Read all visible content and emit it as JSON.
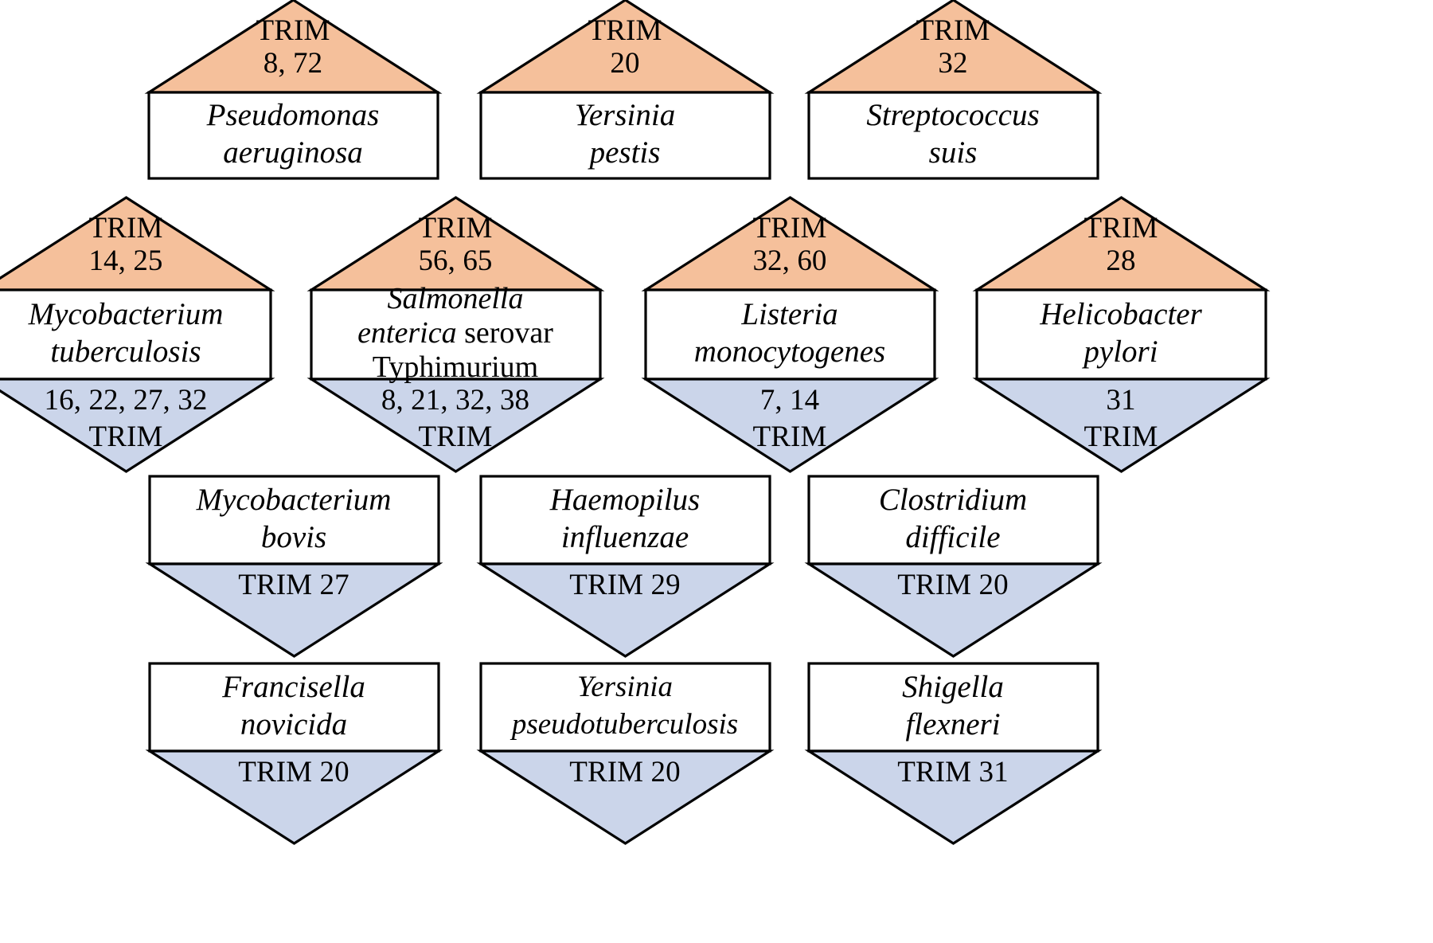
{
  "figure": {
    "type": "diagram",
    "description": "Bacterial pathogens and associated TRIM proteins",
    "colors": {
      "restrict_fill": "#f5c09b",
      "promote_fill": "#cbd5ea",
      "box_fill": "#ffffff",
      "stroke": "#000000",
      "text": "#000000"
    },
    "legend_semantics": {
      "top_triangle": "TRIM numbers shown in the upward orange triangle",
      "bottom_triangle": "TRIM numbers shown in the downward blue triangle"
    }
  },
  "rows": [
    {
      "row_id": "row-1",
      "shape": "top-triangle-only",
      "nodes": [
        {
          "id": "pseudomonas-aeruginosa",
          "top_label": {
            "line1": "TRIM",
            "line2": "8, 72"
          },
          "name": {
            "line1": "Pseudomonas",
            "line2": "aeruginosa"
          },
          "bottom_label": null
        },
        {
          "id": "yersinia-pestis",
          "top_label": {
            "line1": "TRIM",
            "line2": "20"
          },
          "name": {
            "line1": "Yersinia",
            "line2": "pestis"
          },
          "bottom_label": null
        },
        {
          "id": "streptococcus-suis",
          "top_label": {
            "line1": "TRIM",
            "line2": "32"
          },
          "name": {
            "line1": "Streptococcus",
            "line2": "suis"
          },
          "bottom_label": null
        }
      ]
    },
    {
      "row_id": "row-2",
      "shape": "hexagon",
      "nodes": [
        {
          "id": "mycobacterium-tuberculosis",
          "top_label": {
            "line1": "TRIM",
            "line2": "14, 25"
          },
          "name": {
            "line1": "Mycobacterium",
            "line2": "tuberculosis"
          },
          "bottom_label": {
            "line1": "16, 22, 27, 32",
            "line2": "TRIM"
          }
        },
        {
          "id": "salmonella-enterica-typhimurium",
          "top_label": {
            "line1": "TRIM",
            "line2": "56, 65"
          },
          "name": {
            "line1": "Salmonella",
            "line2": "enterica serovar",
            "line3": "Typhimurium",
            "line2_italic_part": "enterica",
            "line2_upright_part": " serovar",
            "line3_upright": true
          },
          "bottom_label": {
            "line1": "8, 21, 32, 38",
            "line2": "TRIM"
          }
        },
        {
          "id": "listeria-monocytogenes",
          "top_label": {
            "line1": "TRIM",
            "line2": "32, 60"
          },
          "name": {
            "line1": "Listeria",
            "line2": "monocytogenes"
          },
          "bottom_label": {
            "line1": "7, 14",
            "line2": "TRIM"
          }
        },
        {
          "id": "helicobacter-pylori",
          "top_label": {
            "line1": "TRIM",
            "line2": "28"
          },
          "name": {
            "line1": "Helicobacter",
            "line2": "pylori"
          },
          "bottom_label": {
            "line1": "31",
            "line2": "TRIM"
          }
        }
      ]
    },
    {
      "row_id": "row-3",
      "shape": "bottom-triangle-only",
      "nodes": [
        {
          "id": "mycobacterium-bovis",
          "top_label": null,
          "name": {
            "line1": "Mycobacterium",
            "line2": "bovis"
          },
          "bottom_label": {
            "line1": "TRIM 27"
          }
        },
        {
          "id": "haemopilus-influenzae",
          "top_label": null,
          "name": {
            "line1": "Haemopilus",
            "line2": "influenzae"
          },
          "bottom_label": {
            "line1": "TRIM 29"
          }
        },
        {
          "id": "clostridium-difficile",
          "top_label": null,
          "name": {
            "line1": "Clostridium",
            "line2": "difficile"
          },
          "bottom_label": {
            "line1": "TRIM 20"
          }
        }
      ]
    },
    {
      "row_id": "row-4",
      "shape": "bottom-triangle-only",
      "nodes": [
        {
          "id": "francisella-novicida",
          "top_label": null,
          "name": {
            "line1": "Francisella",
            "line2": "novicida"
          },
          "bottom_label": {
            "line1": "TRIM 20"
          }
        },
        {
          "id": "yersinia-pseudotuberculosis",
          "top_label": null,
          "name": {
            "line1": "Yersinia",
            "line2": "pseudotuberculosis"
          },
          "bottom_label": {
            "line1": "TRIM 20"
          }
        },
        {
          "id": "shigella-flexneri",
          "top_label": null,
          "name": {
            "line1": "Shigella",
            "line2": "flexneri"
          },
          "bottom_label": {
            "line1": "TRIM 31"
          }
        }
      ]
    }
  ]
}
